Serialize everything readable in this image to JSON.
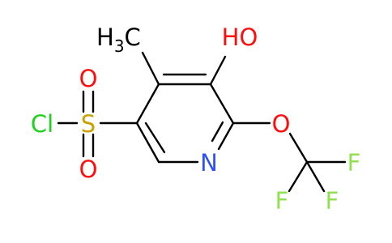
{
  "molecule": {
    "atoms": {
      "hydroxyl": "HO",
      "methyl": "H",
      "methyl_carbon": "C",
      "methyl_subscript": "3",
      "chlorine": "Cl",
      "sulfur": "S",
      "sulfonyl_oxygen_top": "O",
      "sulfonyl_oxygen_bottom": "O",
      "ring_nitrogen": "N",
      "ether_oxygen": "O",
      "fluorine_right": "F",
      "fluorine_left": "F",
      "fluorine_bottom": "F"
    },
    "colors": {
      "bond": "#000000",
      "carbon_hydrogen": "#000000",
      "oxygen": "#ff0d0d",
      "nitrogen": "#3050f8",
      "sulfur": "#c8a000",
      "chlorine": "#1fd01f",
      "fluorine": "#90e050"
    }
  }
}
